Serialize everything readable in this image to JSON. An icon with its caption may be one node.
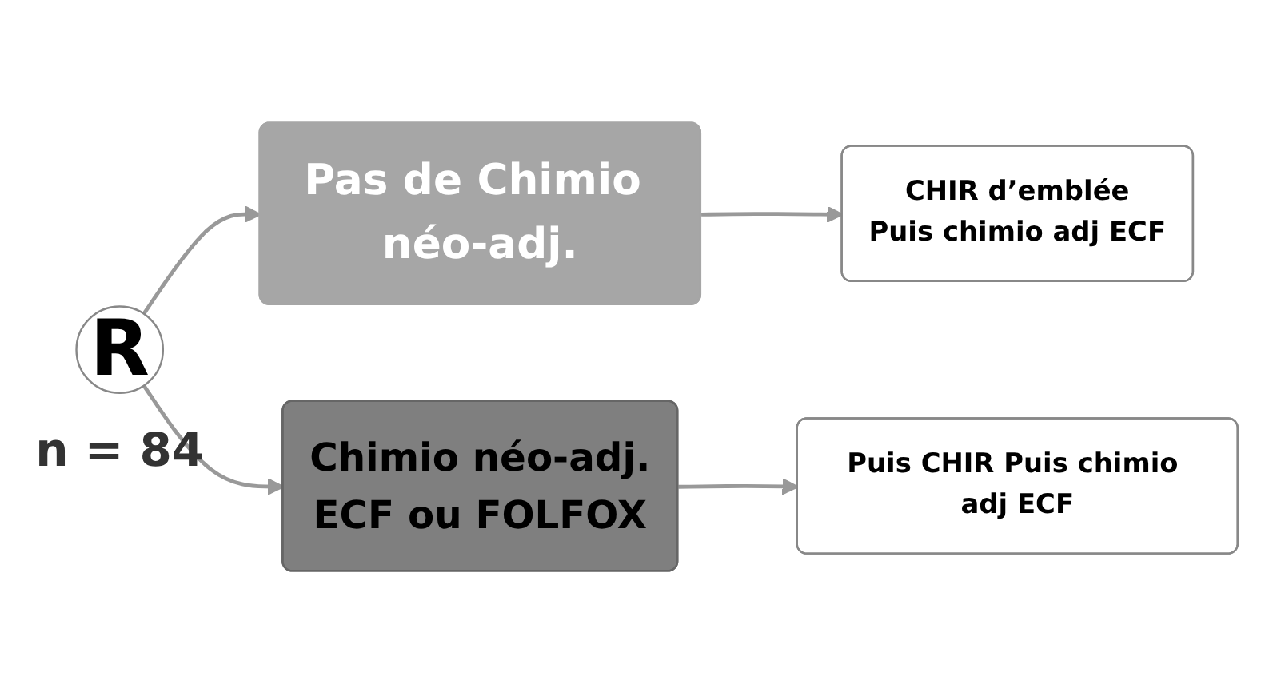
{
  "diagram": {
    "nodes": [
      {
        "text": [
          "R"
        ],
        "beside": [
          "n = 84"
        ]
      },
      {
        "text": [
          "Pas de Chimio néo-adj."
        ]
      },
      {
        "text": [
          "CHIR d’emblée",
          "Puis chimio adj ECF"
        ]
      },
      {
        "text": [
          "Chimio néo-adj.",
          "ECF ou FOLFOX"
        ]
      },
      {
        "text": [
          "Puis CHIR Puis chimio adj ECF"
        ]
      }
    ],
    "edges": [
      {
        "from": 0,
        "to": 1,
        "arrow": "to"
      },
      {
        "from": 0,
        "to": 3,
        "arrow": "to"
      },
      {
        "from": 1,
        "to": 2,
        "arrow": "to"
      },
      {
        "from": 3,
        "to": 4,
        "arrow": "to"
      }
    ]
  }
}
